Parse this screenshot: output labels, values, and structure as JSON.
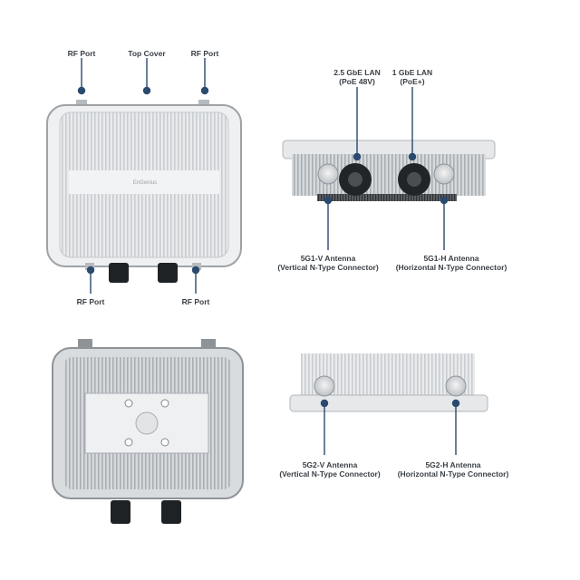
{
  "top_left_view": {
    "rf_port_top_left": "RF Port",
    "top_cover": "Top Cover",
    "rf_port_top_right": "RF Port",
    "rf_port_bottom_left": "RF Port",
    "rf_port_bottom_right": "RF Port",
    "brand": "EnGenius"
  },
  "top_right_view": {
    "lan_25_line1": "2.5 GbE LAN",
    "lan_25_line2": "(PoE 48V)",
    "lan_1_line1": "1 GbE LAN",
    "lan_1_line2": "(PoE+)",
    "g1v_line1": "5G1-V Antenna",
    "g1v_line2": "(Vertical N-Type Connector)",
    "g1h_line1": "5G1-H Antenna",
    "g1h_line2": "(Horizontal N-Type Connector)"
  },
  "bottom_right_view": {
    "g2v_line1": "5G2-V Antenna",
    "g2v_line2": "(Vertical N-Type Connector)",
    "g2h_line1": "5G2-H Antenna",
    "g2h_line2": "(Horizontal N-Type Connector)"
  },
  "colors": {
    "callout": "#2a4a6e",
    "label_text": "#3a3f45"
  }
}
